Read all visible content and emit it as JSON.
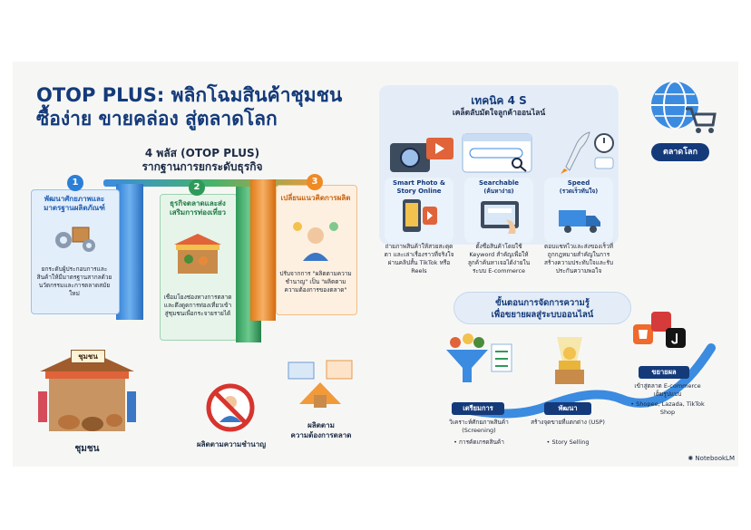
{
  "title": {
    "line1": "OTOP PLUS: พลิกโฉมสินค้าชุมชน",
    "line2": "ซื้อง่าย ขายคล่อง สู่ตลาดโลก"
  },
  "plus": {
    "heading": "4 พลัส (OTOP PLUS)",
    "subheading": "รากฐานการยกระดับธุรกิจ"
  },
  "pillars": [
    {
      "number": "1",
      "title": "พัฒนาศักยภาพและมาตรฐานผลิตภัณฑ์",
      "desc": "ยกระดับผู้ประกอบการและสินค้าให้มีมาตรฐานสากลด้วยนวัตกรรมและการตลาดสมัยใหม่"
    },
    {
      "number": "2",
      "title": "ธุรกิจตลาดและส่งเสริมการท่องเที่ยว",
      "desc": "เชื่อมโยงช่องทางการตลาดและดึงดูดการท่องเที่ยวเข้าสู่ชุมชนเพื่อกระจายรายได้"
    },
    {
      "number": "3",
      "title": "เปลี่ยนแนวคิดการผลิต",
      "desc": "ปรับจากการ \"ผลิตตามความชำนาญ\" เป็น \"ผลิตตามความต้องการของตลาด\""
    }
  ],
  "market": {
    "sign": "ชุมชน",
    "label": "ชุมชน"
  },
  "bottom_labels": {
    "expertise": "ผลิตตามความชำนาญ",
    "demand_line1": "ผลิตตาม",
    "demand_line2": "ความต้องการตลาด"
  },
  "technique": {
    "heading": "เทคนิค 4 S",
    "subheading": "เคล็ดลับมัดใจลูกค้าออนไลน์",
    "items": [
      {
        "title": "Smart Photo & Story Online",
        "desc": "ถ่ายภาพสินค้าให้สวยสะดุดตา และเล่าเรื่องราวที่จริงใจผ่านคลิปสั้น TikTok หรือ Reels"
      },
      {
        "title": "Searchable",
        "subtitle": "(ค้นหาง่าย)",
        "desc": "ตั้งชื่อสินค้าโดยใช้ Keyword สำคัญเพื่อให้ลูกค้าค้นหาเจอได้ง่ายในระบบ E-commerce"
      },
      {
        "title": "Speed",
        "subtitle": "(รวดเร็วทันใจ)",
        "desc": "ตอบแชทไวและส่งของเร็วที่ถูกกฎหมายสำคัญในการสร้างความประทับใจและรับประกันความพอใจ"
      }
    ]
  },
  "globe": {
    "label": "ตลาดโลก"
  },
  "process": {
    "heading_line1": "ขั้นตอนการจัดการความรู้",
    "heading_line2": "เพื่อขยายผลสู่ระบบออนไลน์",
    "steps": [
      {
        "title": "เตรียมการ",
        "desc": "วิเคราะห์ศักยภาพสินค้า (Screening)",
        "bullet": "การคัดเกรดสินค้า"
      },
      {
        "title": "พัฒนา",
        "desc": "สร้างจุดขายที่แตกต่าง (USP)",
        "bullet": "Story Selling"
      },
      {
        "title": "ขยายผล",
        "desc": "เข้าสู่ตลาด E-commerce เต็มรูปแบบ",
        "bullet": "Shopee, Lazada, TikTok Shop"
      }
    ]
  },
  "watermark": "NotebookLM",
  "colors": {
    "navy": "#143a7a",
    "blue": "#2c7fd6",
    "green": "#2e9a58",
    "orange": "#ef8a24"
  }
}
